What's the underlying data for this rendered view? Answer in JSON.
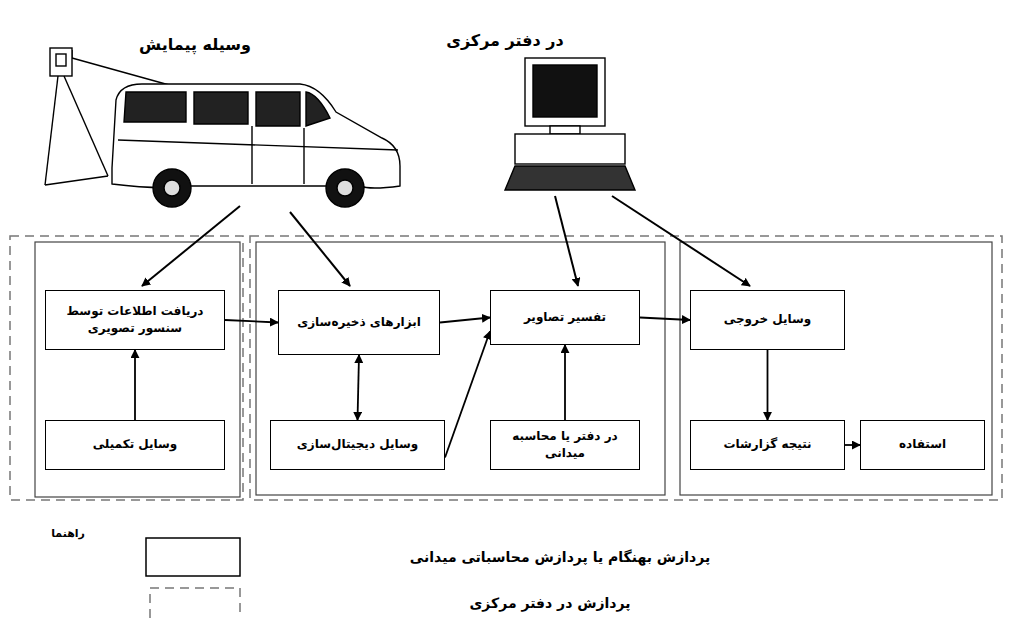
{
  "diagram": {
    "nodes": [
      {
        "text": [
          "دریافت اطلاعات توسط سنسور تصویری"
        ]
      },
      {
        "text": [
          "وسایل تکمیلی"
        ]
      },
      {
        "text": [
          "ابزارهای ذخیره‌سازی"
        ]
      },
      {
        "text": [
          "وسایل دیجیتال‌سازی"
        ]
      },
      {
        "text": [
          "تفسیر تصاویر"
        ]
      },
      {
        "text": [
          "در دفتر یا محاسبه میدانی"
        ]
      },
      {
        "text": [
          "وسایل خروجی"
        ]
      },
      {
        "text": [
          "نتیجه گزارشات"
        ]
      },
      {
        "text": [
          "استفاده"
        ]
      }
    ],
    "edges": [
      {
        "from": 0,
        "to": 2,
        "arrow": "to"
      },
      {
        "from": 1,
        "to": 0,
        "arrow": "to"
      },
      {
        "from": 2,
        "to": 3,
        "arrow": "both"
      },
      {
        "from": 2,
        "to": 4,
        "arrow": "to"
      },
      {
        "from": 3,
        "to": 4,
        "arrow": "to"
      },
      {
        "from": 5,
        "to": 4,
        "arrow": "to"
      },
      {
        "from": 4,
        "to": 6,
        "arrow": "to"
      },
      {
        "from": 6,
        "to": 7,
        "arrow": "to"
      },
      {
        "from": 7,
        "to": 8,
        "arrow": "to"
      }
    ],
    "labels": [
      "وسیله پیمایش",
      "در دفتر مرکزی",
      "راهنما"
    ],
    "legend": [
      {
        "text": "پردازش بهنگام یا پردازش محاسباتی میدانی"
      },
      {
        "text": "پردازش در دفتر مرکزی"
      }
    ]
  }
}
